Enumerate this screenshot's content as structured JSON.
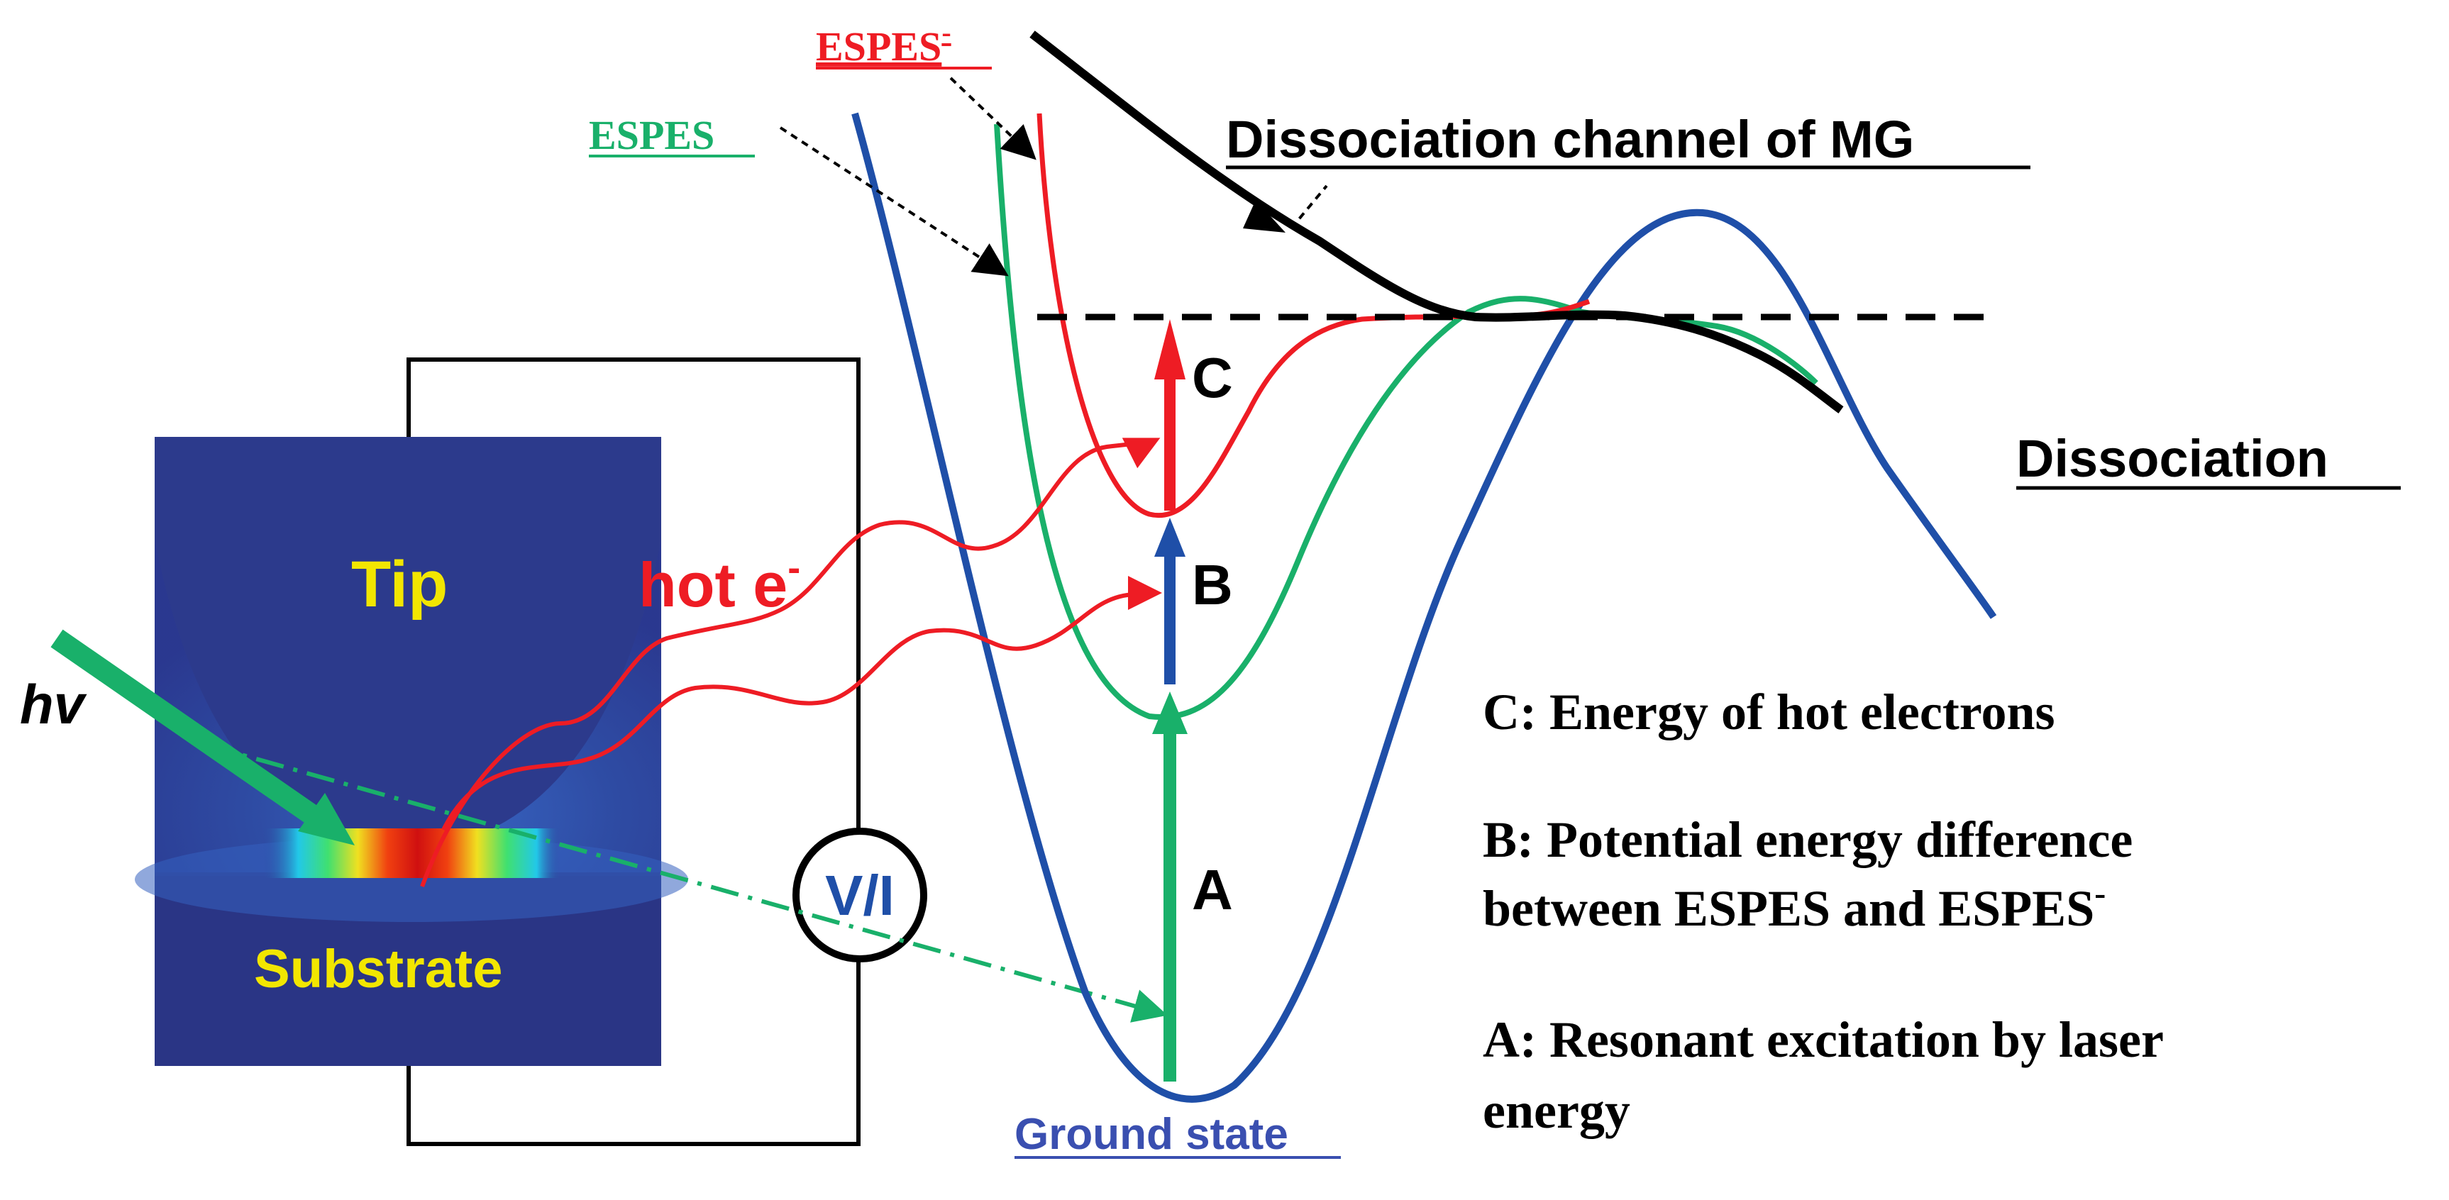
{
  "labels": {
    "espes_minus": "ESPES",
    "espes_minus_sup": "-",
    "espes": "ESPES",
    "dissociation_channel": "Dissociation channel of MG",
    "dissociation": "Dissociation",
    "tip": "Tip",
    "substrate": "Substrate",
    "hot_e": "hot e",
    "hot_e_sup": "-",
    "hv": "hv",
    "vi": "V/I",
    "ground_state": "Ground state",
    "arrow_a": "A",
    "arrow_b": "B",
    "arrow_c": "C"
  },
  "legend": {
    "c": "C: Energy of hot electrons",
    "b_line1": "B: Potential energy difference",
    "b_line2": "between ESPES and ESPES",
    "b_sup": "-",
    "a_line1": "A: Resonant excitation by laser",
    "a_line2": "energy"
  },
  "colors": {
    "ground": "#1f4fa8",
    "espes": "#19b06a",
    "espes_minus": "#ee1c24",
    "dissociation": "#000000",
    "tip_bg": "#2b3a8e",
    "label_yellow": "#f2e600",
    "hot_e": "#ee1c24",
    "ground_label": "#3a4fb0"
  }
}
